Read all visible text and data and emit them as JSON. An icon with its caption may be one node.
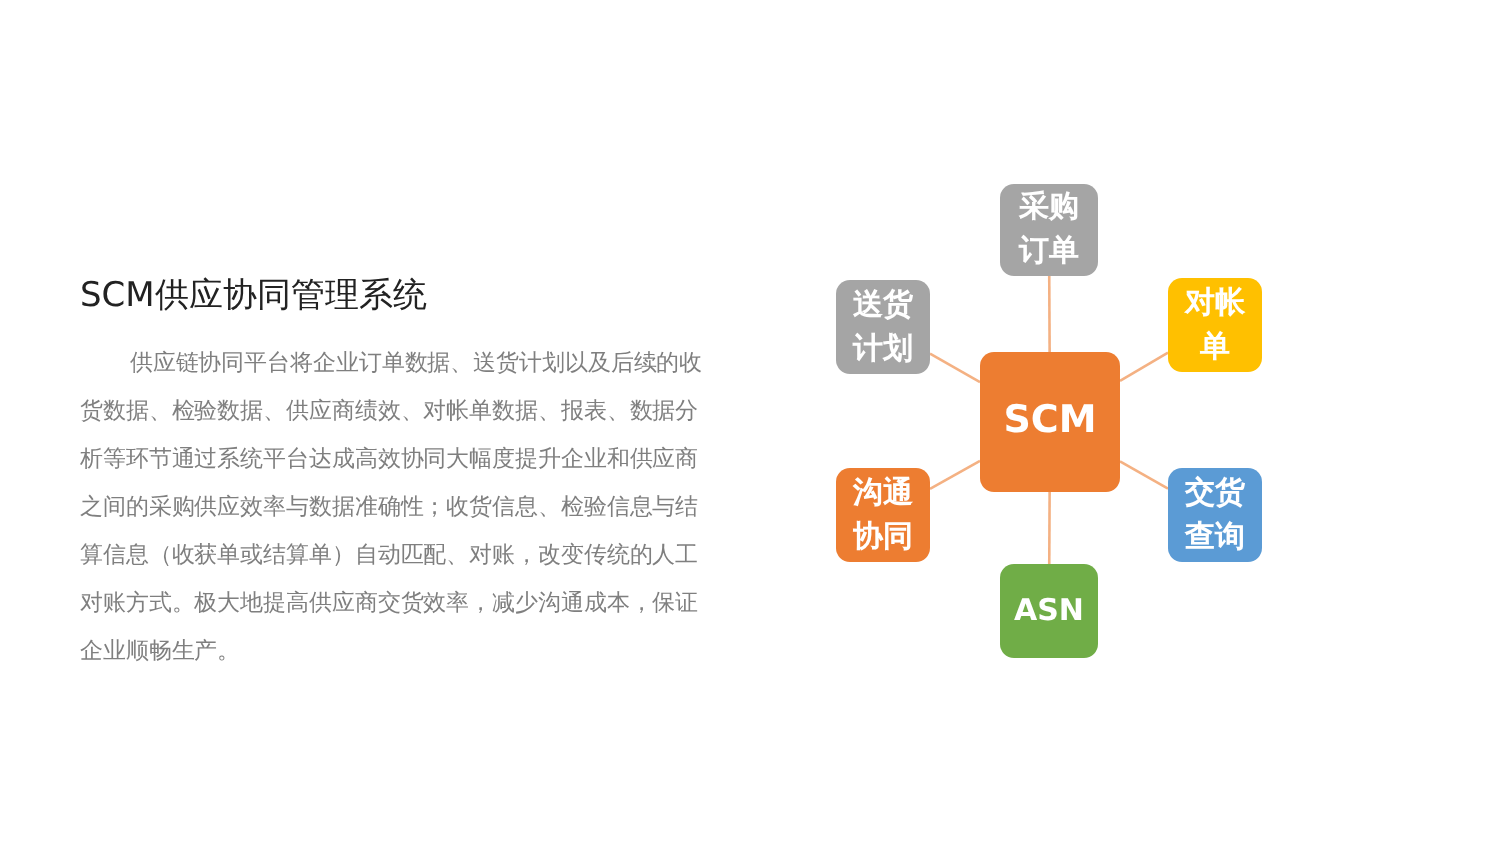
{
  "diagram": {
    "title": "SCM供应协同管理系统",
    "nodes": [
      {
        "text": [
          "SCM"
        ]
      },
      {
        "text": [
          "采购订单"
        ]
      },
      {
        "text": [
          "对帐单"
        ]
      },
      {
        "text": [
          "送货计划"
        ]
      },
      {
        "text": [
          "沟通协同"
        ]
      },
      {
        "text": [
          "交货查询"
        ]
      },
      {
        "text": [
          "ASN"
        ]
      }
    ],
    "edges": [
      {
        "from": 0,
        "to": 1,
        "arrow": "none"
      },
      {
        "from": 0,
        "to": 2,
        "arrow": "none"
      },
      {
        "from": 0,
        "to": 3,
        "arrow": "none"
      },
      {
        "from": 0,
        "to": 4,
        "arrow": "none"
      },
      {
        "from": 0,
        "to": 5,
        "arrow": "none"
      },
      {
        "from": 0,
        "to": 6,
        "arrow": "none"
      }
    ],
    "labels": [
      "供应链协同平台将企业订单数据、送货计划以及后续的收货数据、检验数据、供应商绩效、对帐单数据、报表、数据分析等环节通过系统平台达成高效协同大幅度提升企业和供应商之间的采购供应效率与数据准确性；收货信息、检验信息与结算信息（收获单或结算单）自动匹配、对账，改变传统的人工对账方式。极大地提高供应商交货效率，减少沟通成本，保证企业顺畅生产。"
    ]
  }
}
